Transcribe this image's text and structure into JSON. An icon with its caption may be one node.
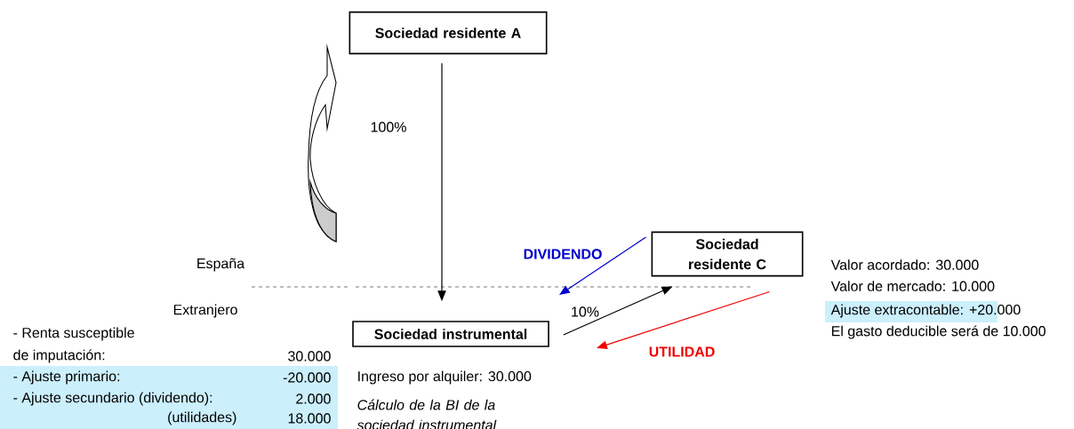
{
  "diagram": {
    "nodes": [
      {
        "text": [
          "Sociedad residente A"
        ]
      },
      {
        "text": [
          "Sociedad instrumental"
        ]
      },
      {
        "text": [
          "Sociedad residente C"
        ]
      }
    ],
    "edges": [
      {
        "from": 0,
        "to": 1,
        "arrow": "to",
        "label": "100%"
      },
      {
        "from": 1,
        "to": 2,
        "arrow": "to",
        "label": "10%"
      },
      {
        "from": 2,
        "to": 1,
        "arrow": "to",
        "label": "DIVIDENDO",
        "color": "#0000cc"
      },
      {
        "from": 2,
        "to": 1,
        "arrow": "to",
        "label": "UTILIDAD",
        "color": "#ee0000"
      }
    ],
    "labels": [
      "España",
      "Extranjero",
      "- Renta susceptible",
      "de imputación:",
      "30.000",
      "- Ajuste primario:",
      "-20.000",
      "- Ajuste secundario (dividendo):",
      "2.000",
      "(utilidades)",
      "18.000",
      "Ingreso por alquiler: 30.000",
      "Cálculo de la BI de la sociedad instrumental",
      "Valor acordado: 30.000",
      "Valor de mercado: 10.000",
      "Ajuste extracontable: +20.000",
      "El gasto deducible será de 10.000"
    ]
  }
}
